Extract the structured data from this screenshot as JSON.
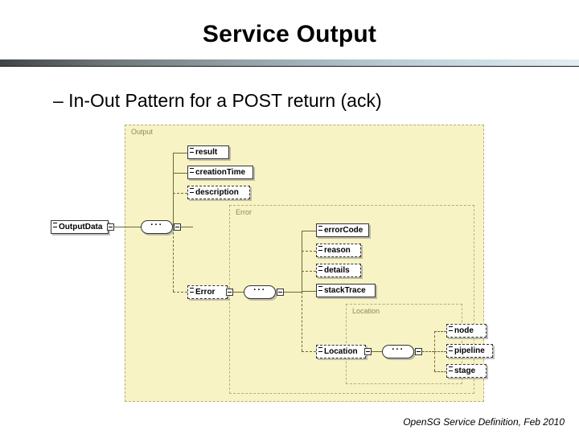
{
  "slide": {
    "title": "Service Output",
    "bullet": "– In-Out Pattern for a POST return (ack)",
    "footer": "OpenSG Service Definition, Feb 2010"
  },
  "diagram": {
    "root_element": "OutputData",
    "groups": [
      {
        "name": "Output"
      },
      {
        "name": "Error"
      },
      {
        "name": "Location"
      }
    ],
    "elements": [
      {
        "name": "result",
        "optional": false,
        "group": "Output"
      },
      {
        "name": "creationTime",
        "optional": false,
        "group": "Output"
      },
      {
        "name": "description",
        "optional": true,
        "group": "Output"
      },
      {
        "name": "Error",
        "optional": true,
        "group": "Output"
      },
      {
        "name": "errorCode",
        "optional": false,
        "group": "Error"
      },
      {
        "name": "reason",
        "optional": true,
        "group": "Error"
      },
      {
        "name": "details",
        "optional": true,
        "group": "Error"
      },
      {
        "name": "stackTrace",
        "optional": false,
        "group": "Error"
      },
      {
        "name": "Location",
        "optional": true,
        "group": "Error"
      },
      {
        "name": "node",
        "optional": true,
        "group": "Location"
      },
      {
        "name": "pipeline",
        "optional": true,
        "group": "Location"
      },
      {
        "name": "stage",
        "optional": true,
        "group": "Location"
      }
    ],
    "compositors": [
      {
        "type": "sequence",
        "label": "···",
        "owner": "OutputData"
      },
      {
        "type": "sequence",
        "label": "···",
        "owner": "Error"
      },
      {
        "type": "sequence",
        "label": "···",
        "owner": "Location"
      }
    ],
    "colors": {
      "canvas": "#f7f3c4",
      "group_border": "#b8ae7a",
      "connector": "#6b6a35",
      "node_fill": "#ffffff"
    }
  }
}
